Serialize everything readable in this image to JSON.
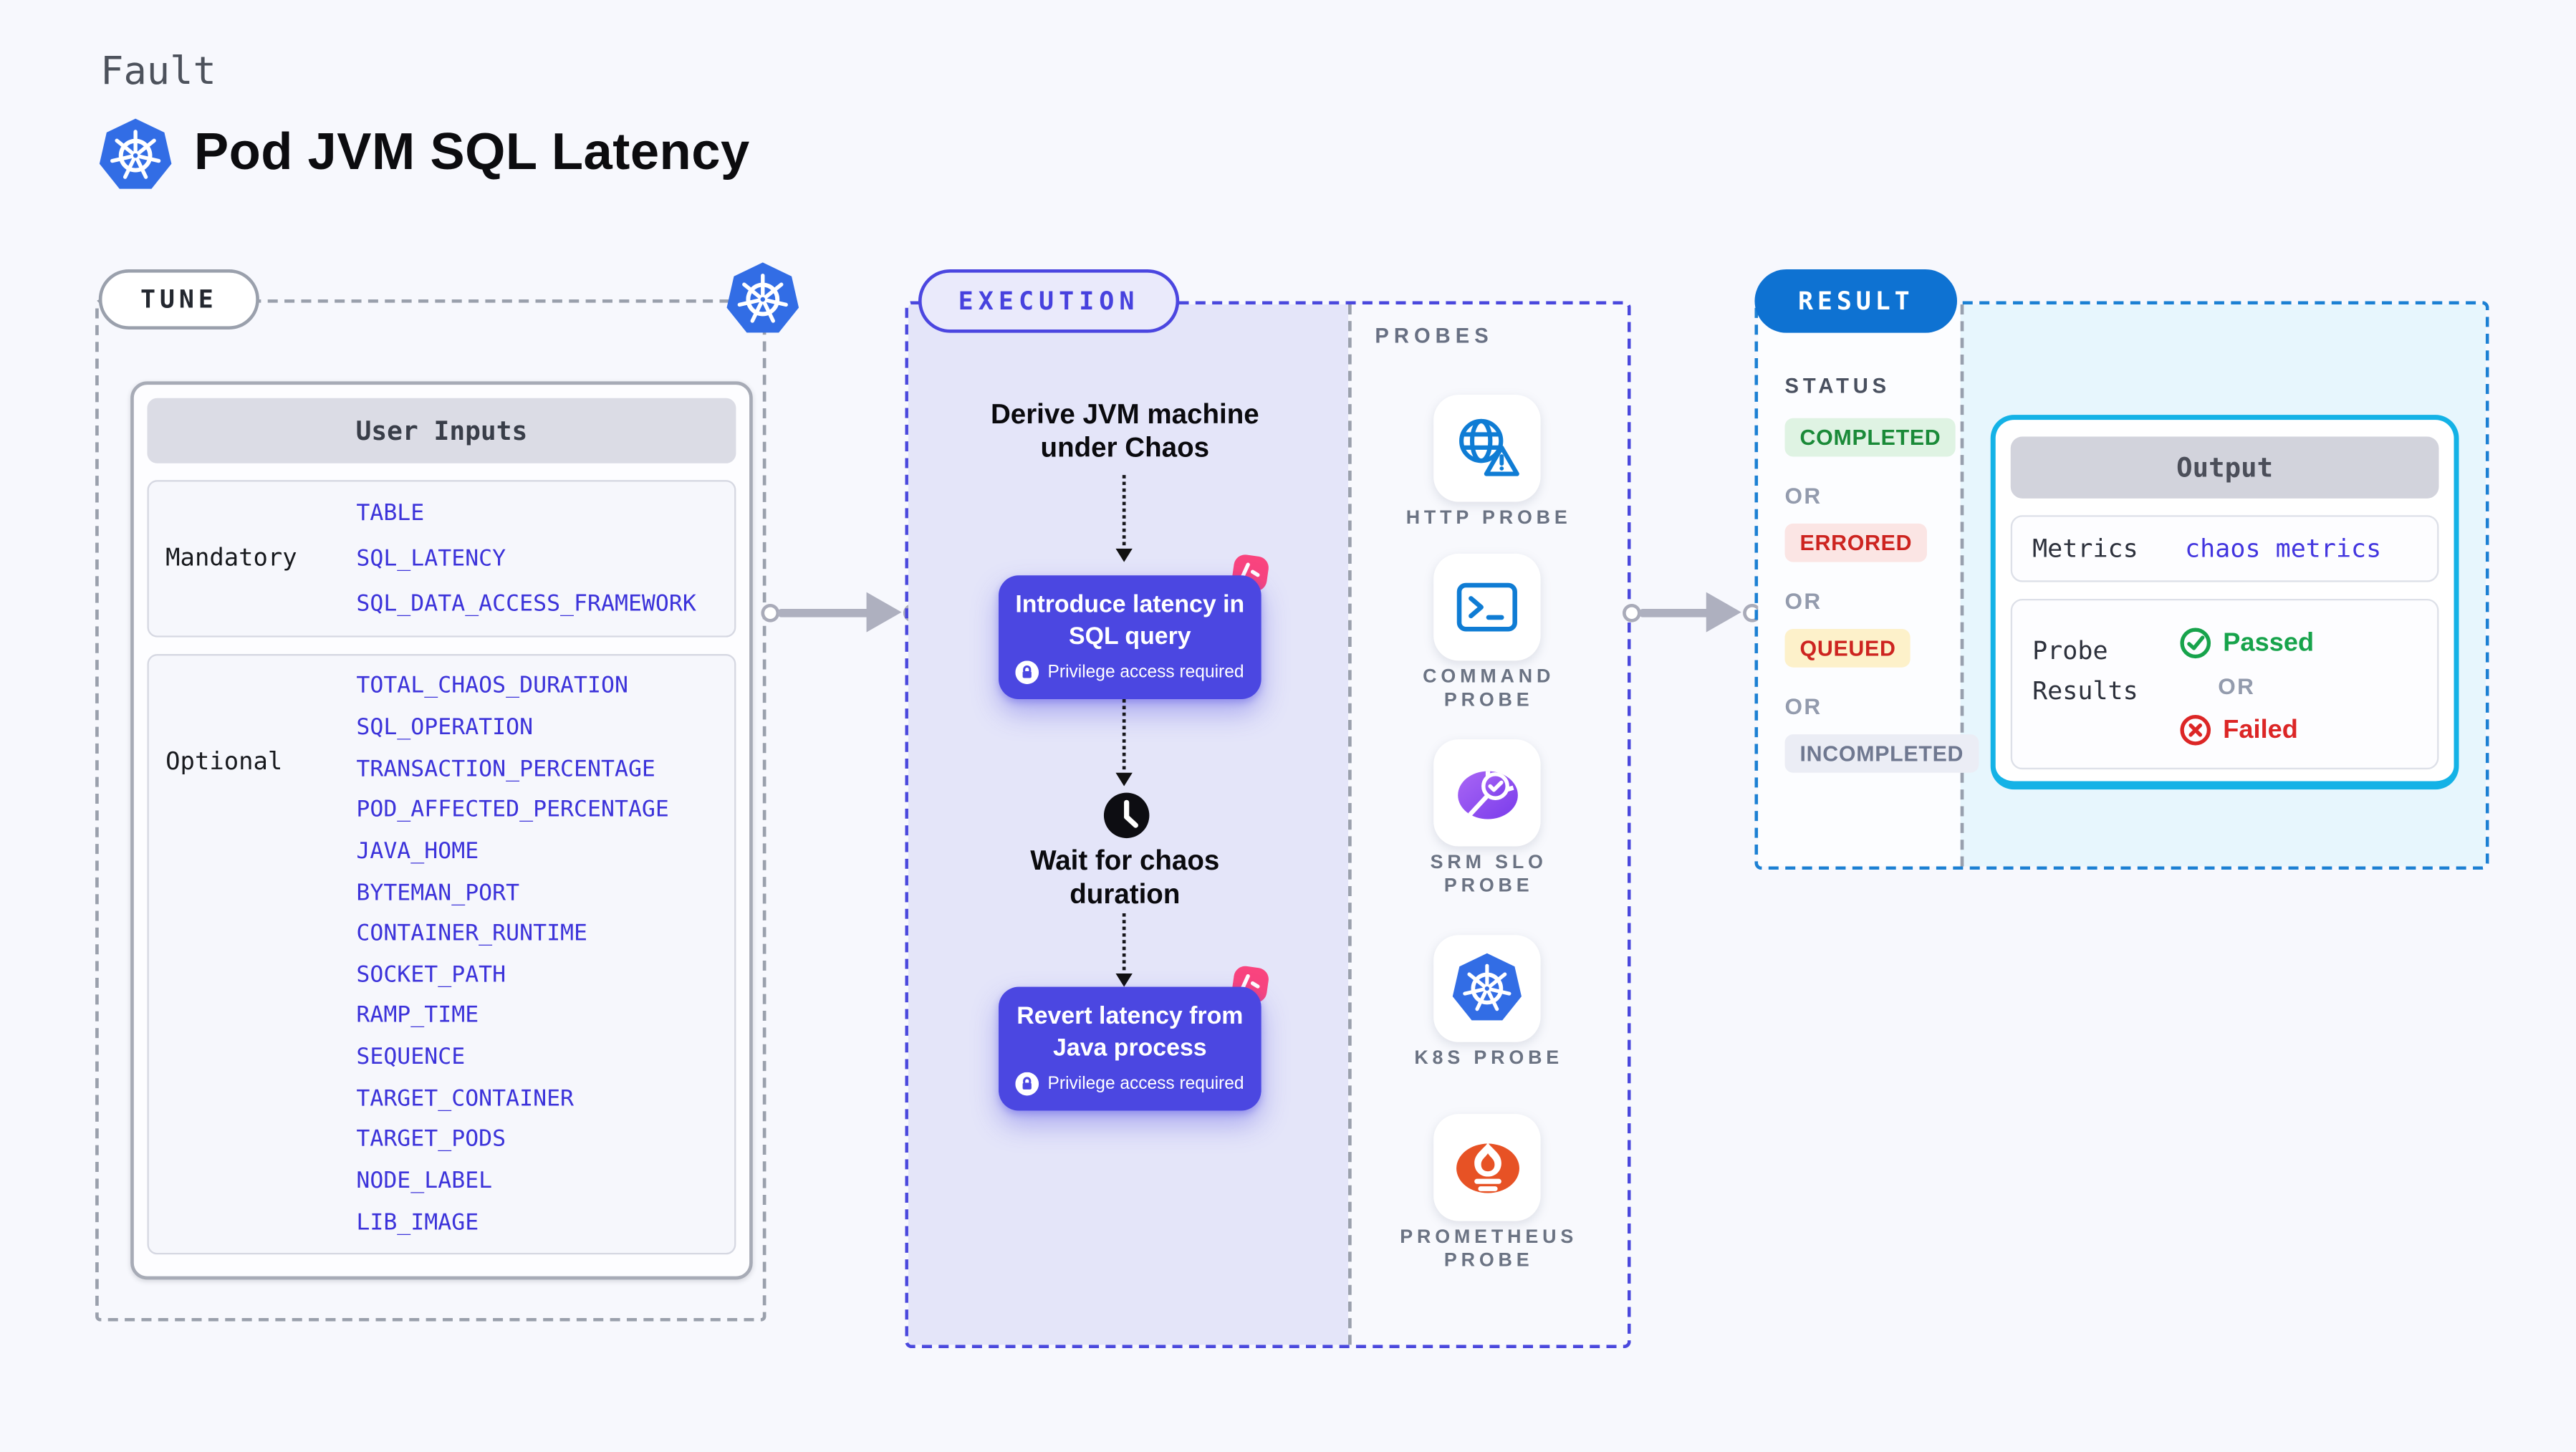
{
  "header": {
    "category": "Fault",
    "title": "Pod JVM SQL Latency"
  },
  "tune": {
    "label": "TUNE",
    "card_title": "User Inputs",
    "mandatory": {
      "label": "Mandatory",
      "items": [
        "TABLE",
        "SQL_LATENCY",
        "SQL_DATA_ACCESS_FRAMEWORK"
      ]
    },
    "optional": {
      "label": "Optional",
      "items": [
        "TOTAL_CHAOS_DURATION",
        "SQL_OPERATION",
        "TRANSACTION_PERCENTAGE",
        "POD_AFFECTED_PERCENTAGE",
        "JAVA_HOME",
        "BYTEMAN_PORT",
        "CONTAINER_RUNTIME",
        "SOCKET_PATH",
        "RAMP_TIME",
        "SEQUENCE",
        "TARGET_CONTAINER",
        "TARGET_PODS",
        "NODE_LABEL",
        "LIB_IMAGE"
      ]
    }
  },
  "execution": {
    "label": "EXECUTION",
    "steps": {
      "derive": "Derive JVM machine under Chaos",
      "inject": "Introduce latency in SQL query",
      "wait": "Wait for chaos duration",
      "revert": "Revert latency from Java process",
      "privilege_note": "Privilege access required"
    },
    "probes_label": "PROBES",
    "probes": [
      {
        "label": "HTTP PROBE",
        "icon": "globe-warning-icon"
      },
      {
        "label": "COMMAND PROBE",
        "icon": "terminal-icon"
      },
      {
        "label": "SRM SLO PROBE",
        "icon": "slo-gauge-icon"
      },
      {
        "label": "K8S PROBE",
        "icon": "kubernetes-icon"
      },
      {
        "label": "PROMETHEUS PROBE",
        "icon": "prometheus-icon"
      }
    ]
  },
  "result": {
    "label": "RESULT",
    "status_label": "STATUS",
    "or_label": "OR",
    "statuses": [
      {
        "label": "COMPLETED",
        "color": "#1a8a38",
        "bg": "#dff3e3"
      },
      {
        "label": "ERRORED",
        "color": "#cd2420",
        "bg": "#fbe5e4"
      },
      {
        "label": "QUEUED",
        "color": "#cd2420",
        "bg": "#fdf1ca"
      },
      {
        "label": "INCOMPLETED",
        "color": "#6f7890",
        "bg": "#ebedf5"
      }
    ],
    "output": {
      "title": "Output",
      "metrics_label": "Metrics",
      "metrics_value": "chaos metrics",
      "probe_results_label": "Probe Results",
      "passed_label": "Passed",
      "or_label": "OR",
      "failed_label": "Failed"
    }
  },
  "colors": {
    "page_bg": "#f7f8fd",
    "kubernetes_blue": "#326de5",
    "execution_indigo": "#4b47e1",
    "execution_panel": "#e4e5f9",
    "litmus_pink": "#f9447e",
    "probe_icon_blue": "#0f7cd4",
    "srm_purple": "#8b49f2",
    "prometheus_orange": "#e75225",
    "result_blue": "#0e72d2",
    "output_border_cyan": "#14b2e6",
    "result_panel_cyan": "#e7f6fd",
    "passed_green": "#17a34b",
    "failed_red": "#dc2626",
    "value_indigo": "#3c33da",
    "connector_gray": "#aeb0bf"
  }
}
